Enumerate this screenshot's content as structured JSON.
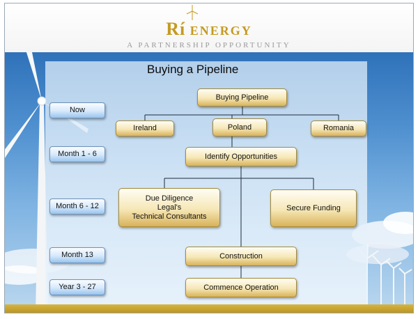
{
  "header": {
    "brand_main": "Rí",
    "brand_energy": " ENERGY",
    "tagline": "A PARTNERSHIP OPPORTUNITY"
  },
  "title": "Buying a Pipeline",
  "timeline": [
    "Now",
    "Month 1 - 6",
    "Month 6 - 12",
    "Month 13",
    "Year 3 - 27"
  ],
  "nodes": {
    "root": "Buying Pipeline",
    "ireland": "Ireland",
    "poland": "Poland",
    "romania": "Romania",
    "identify": "Identify Opportunities",
    "due_diligence": [
      "Due Diligence",
      "Legal's",
      "Technical Consultants"
    ],
    "funding": "Secure Funding",
    "construction": "Construction",
    "operation": "Commence Operation"
  },
  "colors": {
    "accent_gold": "#c59a1f",
    "sky_blue": "#2f72b9"
  },
  "icons": [
    "wind-turbine-icon"
  ]
}
